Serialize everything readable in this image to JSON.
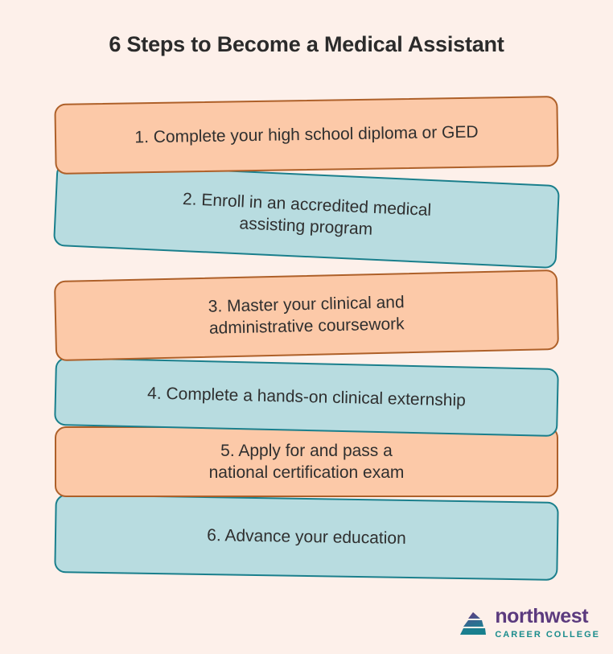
{
  "page": {
    "background_color": "#FDF0EA",
    "title": "6 Steps to Become a Medical Assistant",
    "title_color": "#2B2B2B"
  },
  "theme": {
    "peach_fill": "#FCC9A8",
    "peach_border": "#AE6029",
    "blue_fill": "#B8DCE0",
    "blue_border": "#1A7F8C",
    "body_text_color": "#2F2F2F"
  },
  "steps": [
    {
      "number": "1",
      "text": "1. Complete your high school diploma or GED",
      "style": "peach"
    },
    {
      "number": "2",
      "text": "2. Enroll in an accredited medical\nassisting program",
      "style": "blue"
    },
    {
      "number": "3",
      "text": "3. Master your clinical and\nadministrative coursework",
      "style": "peach"
    },
    {
      "number": "4",
      "text": "4. Complete a hands-on clinical externship",
      "style": "blue"
    },
    {
      "number": "5",
      "text": "5. Apply for and pass a\nnational certification exam",
      "style": "peach"
    },
    {
      "number": "6",
      "text": "6. Advance your education",
      "style": "blue"
    }
  ],
  "logo": {
    "mark_icon": "northwest-chevron-bars-icon",
    "name": "northwest",
    "tagline": "CAREER COLLEGE",
    "name_color": "#5B3A7E",
    "tagline_color": "#1A8C8C"
  }
}
